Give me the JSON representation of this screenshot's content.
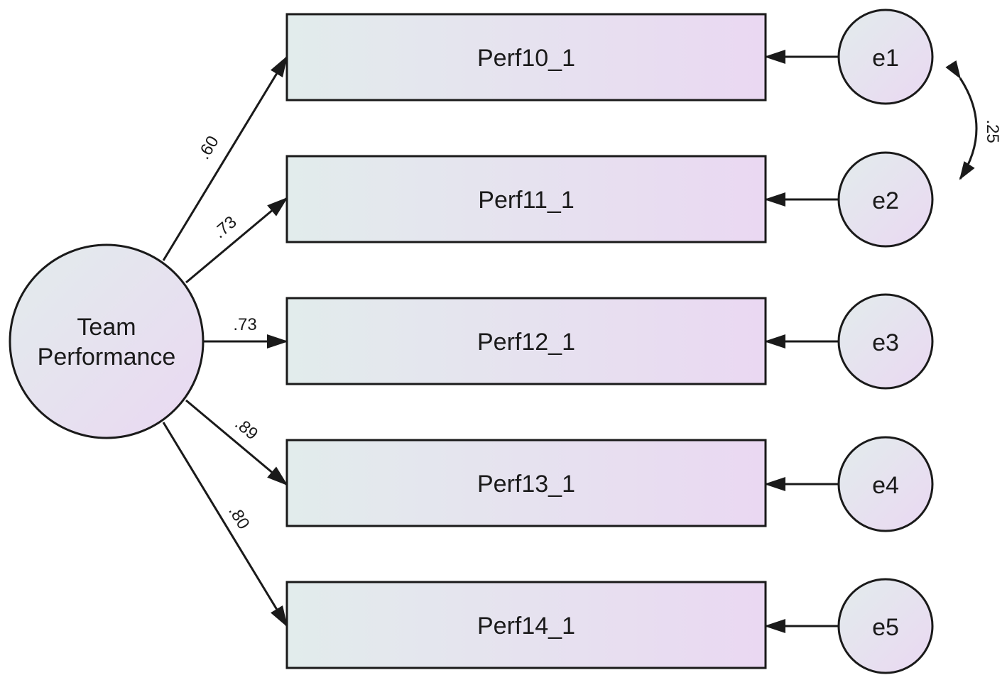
{
  "latent": {
    "label_line1": "Team",
    "label_line2": "Performance"
  },
  "indicators": [
    {
      "label": "Perf10_1",
      "loading": ".60",
      "error": "e1"
    },
    {
      "label": "Perf11_1",
      "loading": ".73",
      "error": "e2"
    },
    {
      "label": "Perf12_1",
      "loading": ".73",
      "error": "e3"
    },
    {
      "label": "Perf13_1",
      "loading": ".89",
      "error": "e4"
    },
    {
      "label": "Perf14_1",
      "loading": ".80",
      "error": "e5"
    }
  ],
  "covariance": {
    "between": [
      "e1",
      "e2"
    ],
    "value": ".25"
  },
  "colors": {
    "fill_start": "#e2ecec",
    "fill_end": "#ead8f2",
    "stroke": "#1a1a1a"
  }
}
